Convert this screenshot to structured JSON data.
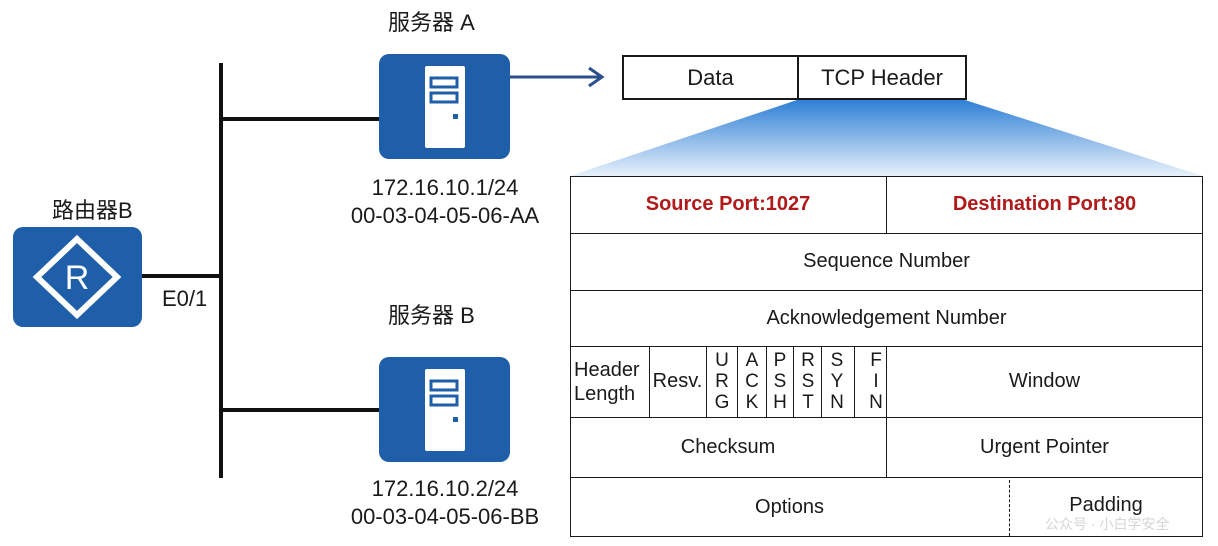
{
  "router": {
    "label": "路由器B",
    "icon": "router-r-icon",
    "interface": "E0/1"
  },
  "server_a": {
    "label": "服务器 A",
    "ip": "172.16.10.1/24",
    "mac": "00-03-04-05-06-AA",
    "icon": "server-icon"
  },
  "server_b": {
    "label": "服务器 B",
    "ip": "172.16.10.2/24",
    "mac": "00-03-04-05-06-BB",
    "icon": "server-icon"
  },
  "segment": {
    "data": "Data",
    "tcp_header": "TCP Header"
  },
  "tcp": {
    "source_port": "Source  Port:1027",
    "destination_port": "Destination  Port:80",
    "sequence": "Sequence Number",
    "ack_number": "Acknowledgement Number",
    "header_length": [
      "Header",
      "Length"
    ],
    "reserved": "Resv.",
    "flags": [
      [
        "U",
        "R",
        "G"
      ],
      [
        "A",
        "C",
        "K"
      ],
      [
        "P",
        "S",
        "H"
      ],
      [
        "R",
        "S",
        "T"
      ],
      [
        "S",
        "Y",
        "N"
      ],
      [
        "F",
        "I",
        "N"
      ]
    ],
    "window": "Window",
    "checksum": "Checksum",
    "urgent_pointer": "Urgent  Pointer",
    "options": "Options",
    "padding": "Padding"
  },
  "colors": {
    "icon_blue": "#1f5ea8",
    "accent_red": "#b11a1a",
    "arrow": "#2a4f8a",
    "fan_top": "#2f7fd6"
  },
  "watermark": "公众号 · 小白学安全"
}
